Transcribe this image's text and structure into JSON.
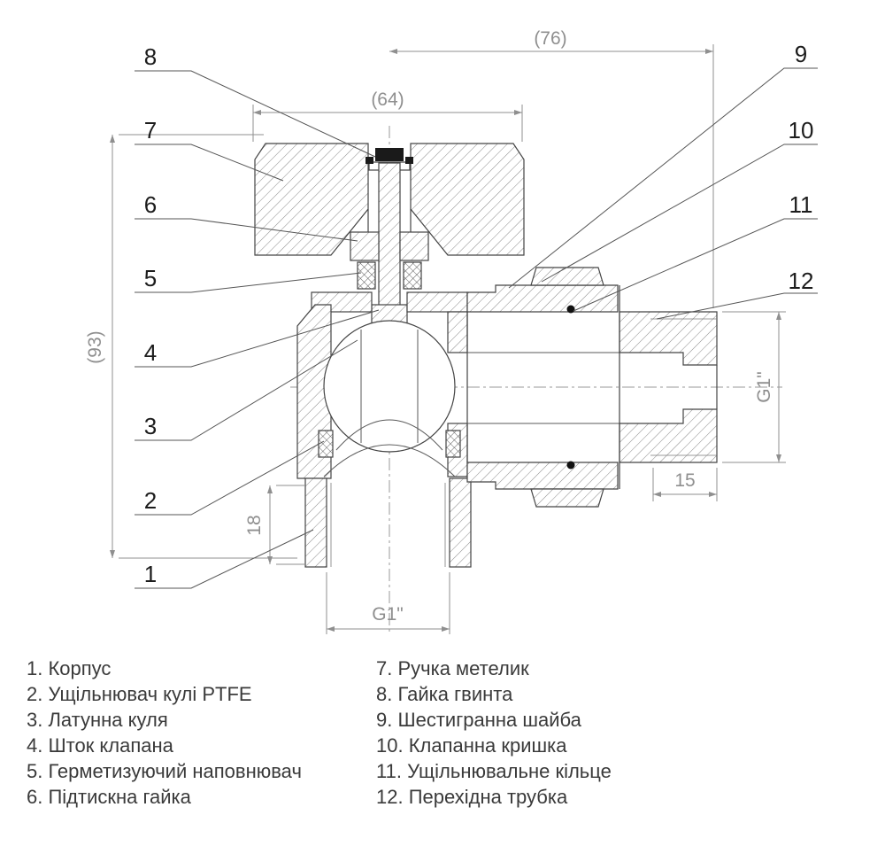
{
  "drawing": {
    "labels": {
      "p1": "1",
      "p2": "2",
      "p3": "3",
      "p4": "4",
      "p5": "5",
      "p6": "6",
      "p7": "7",
      "p8": "8",
      "p9": "9",
      "p10": "10",
      "p11": "11",
      "p12": "12"
    },
    "dimensions": {
      "width_total": "(76)",
      "width_handle": "(64)",
      "height_total": "(93)",
      "port_depth": "18",
      "thread_len": "15",
      "thread_right": "G1\"",
      "thread_bottom": "G1\""
    }
  },
  "legend": {
    "left": [
      {
        "label": "1. Корпус"
      },
      {
        "label": "2. Ущільнювач кулі PTFE"
      },
      {
        "label": "3. Латунна куля"
      },
      {
        "label": "4. Шток клапана"
      },
      {
        "label": "5. Герметизуючий наповнювач"
      },
      {
        "label": "6. Підтискна гайка"
      }
    ],
    "right": [
      {
        "label": "7. Ручка метелик"
      },
      {
        "label": "8. Гайка гвинта"
      },
      {
        "label": "9. Шестигранна шайба"
      },
      {
        "label": "10. Клапанна кришка"
      },
      {
        "label": "11. Ущільнювальне кільце"
      },
      {
        "label": "12. Перехідна трубка"
      }
    ]
  }
}
